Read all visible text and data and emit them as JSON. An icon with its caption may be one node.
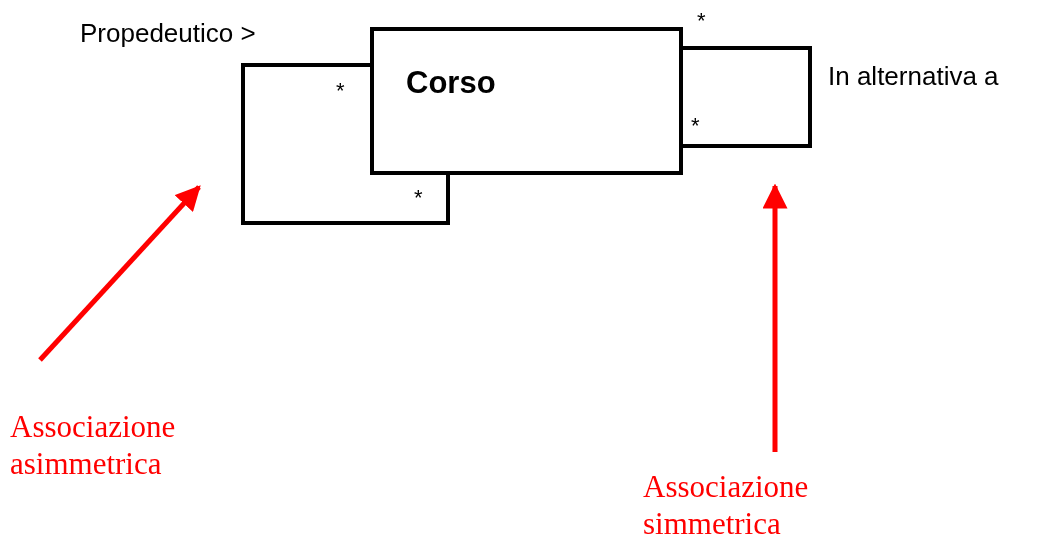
{
  "diagram": {
    "nodes": [
      {
        "text": [
          "Corso"
        ]
      },
      {
        "text": [
          "Associazione asimmetrica"
        ]
      },
      {
        "text": [
          "Associazione simmetrica"
        ]
      }
    ],
    "edges": [
      {
        "from": 0,
        "to": 0,
        "arrow": "none",
        "label": "Propedeutico >"
      },
      {
        "from": 0,
        "to": 0,
        "arrow": "none",
        "label": "In alternativa a"
      },
      {
        "from": 1,
        "to": null,
        "arrow": "to",
        "color": "#ff0000"
      },
      {
        "from": 2,
        "to": null,
        "arrow": "to",
        "color": "#ff0000"
      }
    ],
    "labels": [
      "*",
      "*",
      "*",
      "*"
    ]
  }
}
